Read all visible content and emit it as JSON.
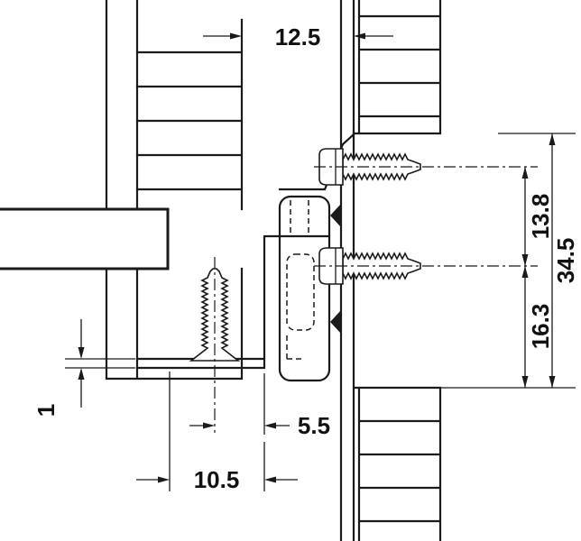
{
  "colors": {
    "line": "#1a1a1a",
    "background": "#ffffff"
  },
  "dimensions": {
    "rail_to_panel_gap": "12.5",
    "screw_spacing": "13.8",
    "overall_height": "34.5",
    "lower_screw_to_bottom": "16.3",
    "screw_to_bracket_edge": "5.5",
    "flange_length": "10.5",
    "flange_thickness": "1"
  }
}
